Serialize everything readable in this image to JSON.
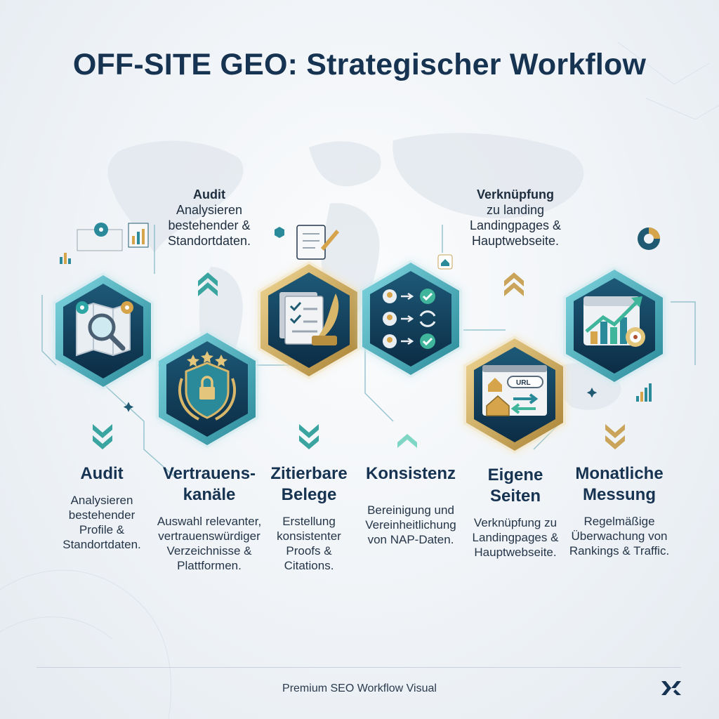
{
  "title": "OFF-SITE GEO: Strategischer Workflow",
  "top_notes": [
    {
      "head": "Audit",
      "lines": "Analysieren bestehender & Standortdaten."
    },
    {
      "head": "Verknüpfung",
      "lines": "zu landing Landingpages & Hauptwebseite."
    }
  ],
  "steps": [
    {
      "name": "Audit",
      "desc": "Analysieren bestehender Profile & Standortdaten.",
      "icon": "map-search-icon"
    },
    {
      "name": "Vertrauens-kanäle",
      "desc": "Auswahl relevanter, vertrauenswürdiger Verzeichnisse & Plattformen.",
      "icon": "trust-shield-icon"
    },
    {
      "name": "Zitierbare Belege",
      "desc": "Erstellung konsistenter Proofs & Citations.",
      "icon": "document-quill-icon"
    },
    {
      "name": "Konsistenz",
      "desc": "Bereinigung und Vereinheitlichung von NAP-Daten.",
      "icon": "sync-checklist-icon"
    },
    {
      "name": "Eigene Seiten",
      "desc": "Verknüpfung zu Landingpages & Hauptwebseite.",
      "icon": "url-link-icon"
    },
    {
      "name": "Monatliche Messung",
      "desc": "Regelmäßige Überwachung von Rankings & Traffic.",
      "icon": "growth-chart-icon"
    }
  ],
  "url_badge": "URL",
  "footer": "Premium SEO Workflow Visual",
  "colors": {
    "navy": "#173352",
    "teal": "#2a8a99",
    "gold": "#c9a45a",
    "hex_fill": "#103a57"
  }
}
